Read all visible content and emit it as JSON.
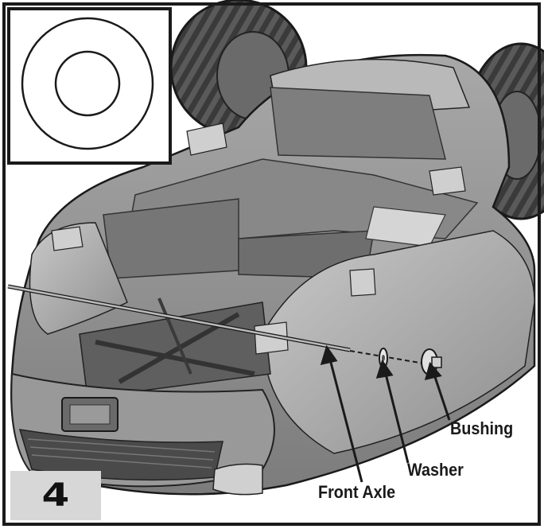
{
  "step": {
    "number": "4"
  },
  "labels": {
    "bushing": "Bushing",
    "washer": "Washer",
    "front_axle": "Front Axle"
  },
  "inset": {
    "icon": "washer-ring-icon"
  },
  "colors": {
    "body": "#8a8a8a",
    "body_light": "#b3b3b3",
    "body_dark": "#555555",
    "tire": "#3a3a3a",
    "frame": "#1a1a1a"
  }
}
